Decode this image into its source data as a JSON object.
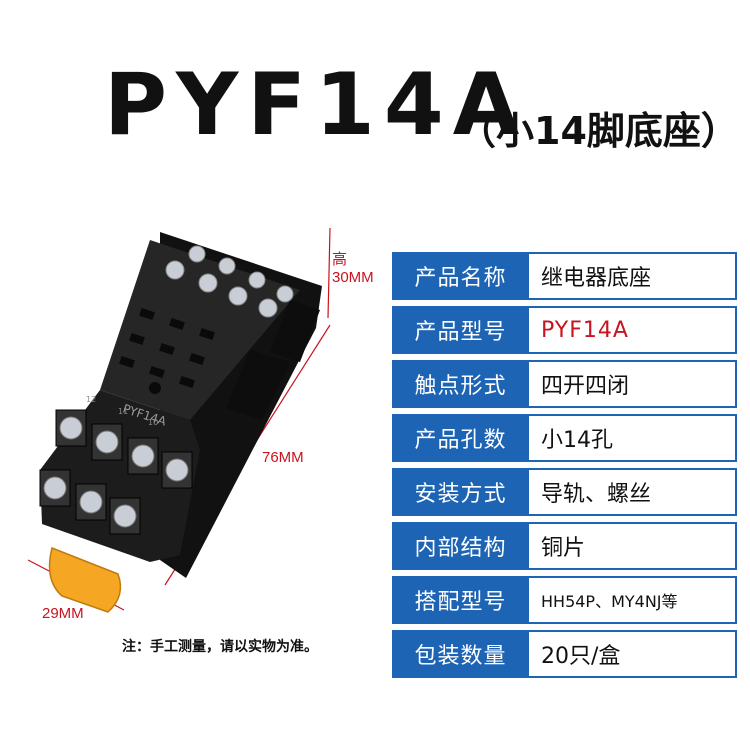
{
  "header": {
    "model": "PYF14A",
    "subtitle": "（小14脚底座）"
  },
  "image": {
    "base_marking": "PYF14A",
    "terminal_labels": [
      "12",
      "11",
      "10"
    ]
  },
  "dimensions": {
    "height_label": "高",
    "height_value": "30MM",
    "length": "76MM",
    "width": "29MM"
  },
  "note": "注：手工测量，请以实物为准。",
  "specs": [
    {
      "label": "产品名称",
      "value": "继电器底座"
    },
    {
      "label": "产品型号",
      "value": "PYF14A"
    },
    {
      "label": "触点形式",
      "value": "四开四闭"
    },
    {
      "label": "产品孔数",
      "value": "小14孔"
    },
    {
      "label": "安装方式",
      "value": "导轨、螺丝"
    },
    {
      "label": "内部结构",
      "value": "铜片"
    },
    {
      "label": "搭配型号",
      "value": "HH54P、MY4NJ等"
    },
    {
      "label": "包装数量",
      "value": "20只/盒"
    }
  ],
  "colors": {
    "accent_blue": "#1e64b4",
    "dimension_red": "#c8141e",
    "base_black": "#1a1a1a",
    "din_clip_orange": "#f5a623"
  }
}
